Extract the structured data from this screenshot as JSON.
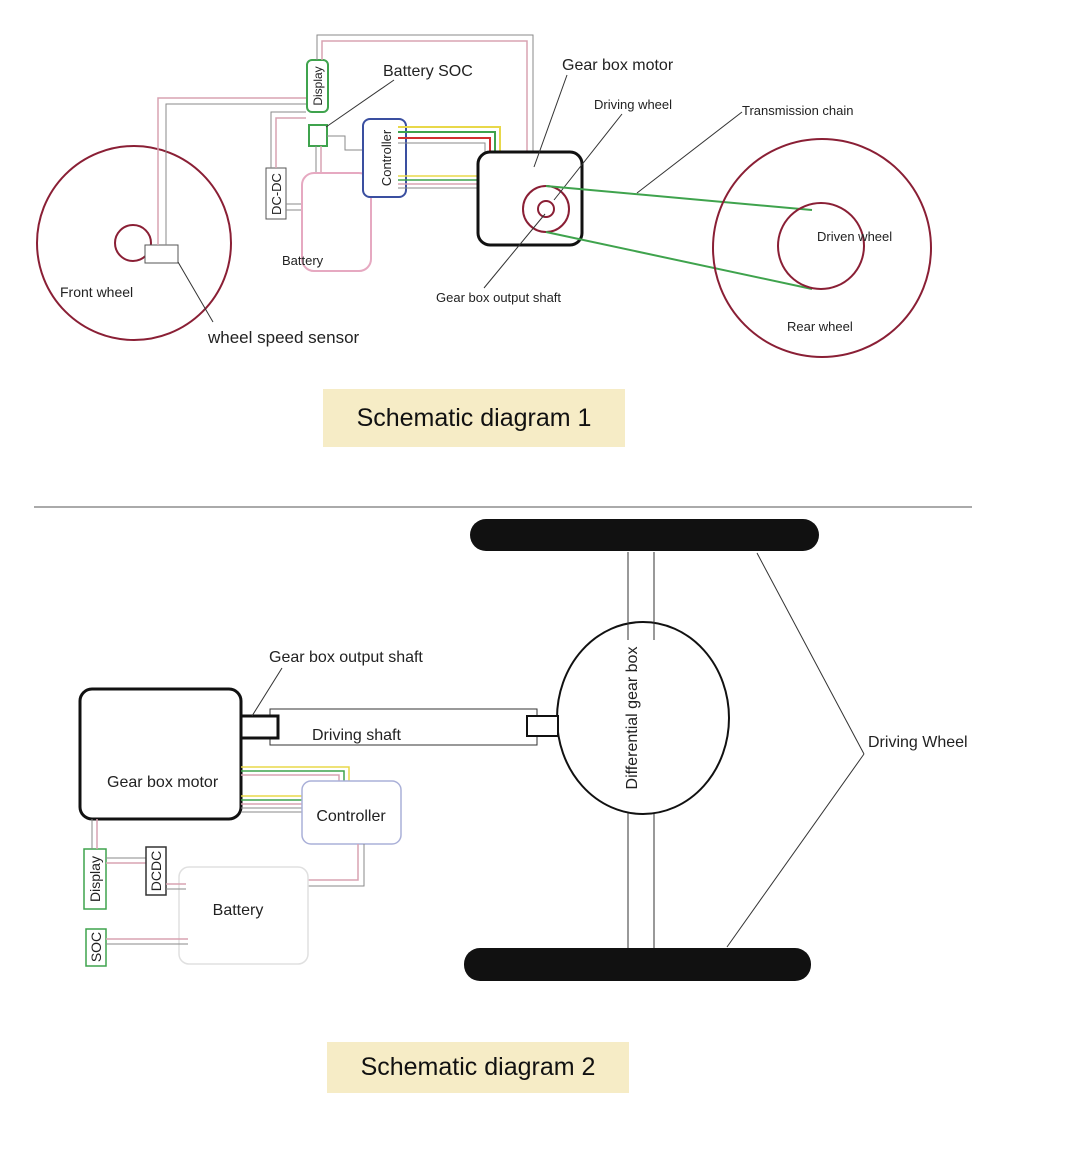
{
  "colors": {
    "wheel_outline": "#8a1f35",
    "wire_pink": "#d8a3b2",
    "wire_gray": "#8a8a8a",
    "green_box": "#3fa34d",
    "chain_green": "#3fa34d",
    "controller_blue": "#3a4fa0",
    "battery_pink": "#e6a9c1",
    "caption_bg": "#f6ecc6",
    "tire_black": "#111111"
  },
  "diagram1": {
    "labels": {
      "display": "Display",
      "battery_soc": "Battery SOC",
      "gear_box_motor": "Gear box motor",
      "driving_wheel": "Driving wheel",
      "transmission_chain": "Transmission chain",
      "controller": "Controller",
      "dc_dc": "DC-DC",
      "battery": "Battery",
      "front_wheel": "Front wheel",
      "wheel_speed_sensor": "wheel speed sensor",
      "gear_box_output_shaft": "Gear box output shaft",
      "driven_wheel": "Driven wheel",
      "rear_wheel": "Rear wheel"
    },
    "caption": "Schematic diagram 1"
  },
  "diagram2": {
    "labels": {
      "gear_box_output_shaft": "Gear box output shaft",
      "driving_shaft": "Driving shaft",
      "gear_box_motor": "Gear box motor",
      "controller": "Controller",
      "display": "Display",
      "dcdc": "DCDC",
      "battery": "Battery",
      "soc": "SOC",
      "differential_gear_box": "Differential gear box",
      "driving_wheel": "Driving Wheel"
    },
    "caption": "Schematic diagram 2"
  }
}
